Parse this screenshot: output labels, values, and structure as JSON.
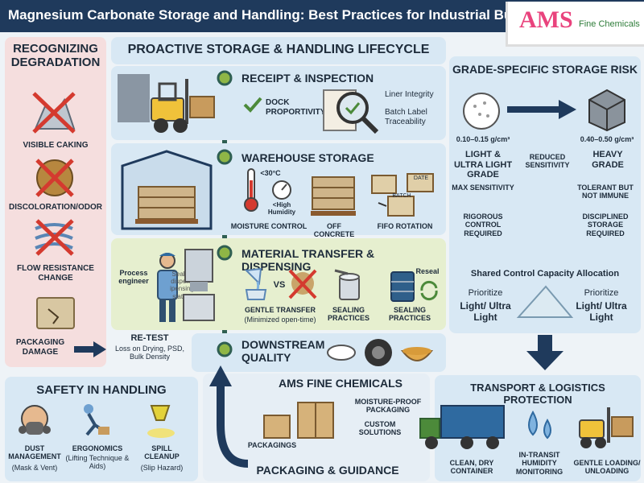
{
  "title": "Magnesium Carbonate Storage and Handling: Best Practices for Industrial Buyers",
  "logo": {
    "brand": "AMS",
    "sub": "Fine Chemicals"
  },
  "degradation": {
    "heading": "RECOGNIZING DEGRADATION",
    "items": [
      "VISIBLE CAKING",
      "DISCOLORATION/ODOR",
      "FLOW RESISTANCE CHANGE",
      "PACKAGING DAMAGE"
    ],
    "retest_title": "RE-TEST",
    "retest_detail": "Loss on Drying, PSD, Bulk Density"
  },
  "lifecycle": {
    "heading": "PROACTIVE STORAGE & HANDLING LIFECYCLE",
    "receipt": {
      "title": "RECEIPT & INSPECTION",
      "dock": "DOCK PROPORTIVITY",
      "liner": "Liner Integrity",
      "batch": "Batch Label Traceability"
    },
    "warehouse": {
      "title": "WAREHOUSE STORAGE",
      "temp": "<30°C",
      "humidity": "<High Humidity",
      "moisture": "MOISTURE CONTROL",
      "concrete": "OFF CONCRETE",
      "fifo": "FIFO ROTATION",
      "batch_a": "BATCH",
      "batch_b": "DATE"
    },
    "transfer": {
      "title": "MATERIAL TRANSFER & DISPENSING",
      "engineer": "Process engineer",
      "station": "Sealed dispens ipensing station",
      "vs": "VS",
      "gentle": "GENTLE TRANSFER",
      "gentle_sub": "(Minimized open-time)",
      "sealing1": "SEALING PRACTICES",
      "sealing2": "SEALING PRACTICES",
      "reseal": "Reseal"
    },
    "downstream": {
      "title": "DOWNSTREAM QUALITY"
    }
  },
  "grade": {
    "heading": "GRADE-SPECIFIC STORAGE RISK",
    "light_density": "0.10–0.15 g/cm³",
    "heavy_density": "0.40–0.50 g/cm³",
    "light_name": "LIGHT & ULTRA LIGHT GRADE",
    "reduced": "REDUCED SENSITIVITY",
    "heavy_name": "HEAVY GRADE",
    "light_sens": "MAX SENSITIVITY",
    "heavy_sens": "TOLERANT BUT NOT IMMUNE",
    "light_ctrl": "RIGOROUS CONTROL REQUIRED",
    "heavy_ctrl": "DISCIPLINED STORAGE REQUIRED",
    "alloc_title": "Shared Control Capacity Allocation",
    "prioritize": "Prioritize",
    "light_label": "Light/ Ultra Light"
  },
  "safety": {
    "heading": "SAFETY IN HANDLING",
    "dust": "DUST MANAGEMENT",
    "dust_sub": "(Mask & Vent)",
    "ergo": "ERGONOMICS",
    "ergo_sub": "(Lifting Technique & Aids)",
    "spill": "SPILL CLEANUP",
    "spill_sub": "(Slip Hazard)"
  },
  "packaging": {
    "company": "AMS FINE CHEMICALS",
    "moisture": "MOISTURE-PROOF PACKAGING",
    "custom": "CUSTOM SOLUTIONS",
    "packagings": "PACKAGINGS",
    "footer": "PACKAGING & GUIDANCE"
  },
  "transport": {
    "heading": "TRANSPORT & LOGISTICS PROTECTION",
    "container": "CLEAN, DRY CONTAINER",
    "humidity": "IN-TRANSIT HUMIDITY MONITORING",
    "loading": "GENTLE LOADING/ UNLOADING"
  },
  "colors": {
    "navy": "#1f3a5c",
    "green": "#4c8a3a",
    "pink_panel": "#f5dede",
    "blue_panel": "#d8e8f4",
    "green_panel": "#e6efcf",
    "red_x": "#d43a2f"
  }
}
